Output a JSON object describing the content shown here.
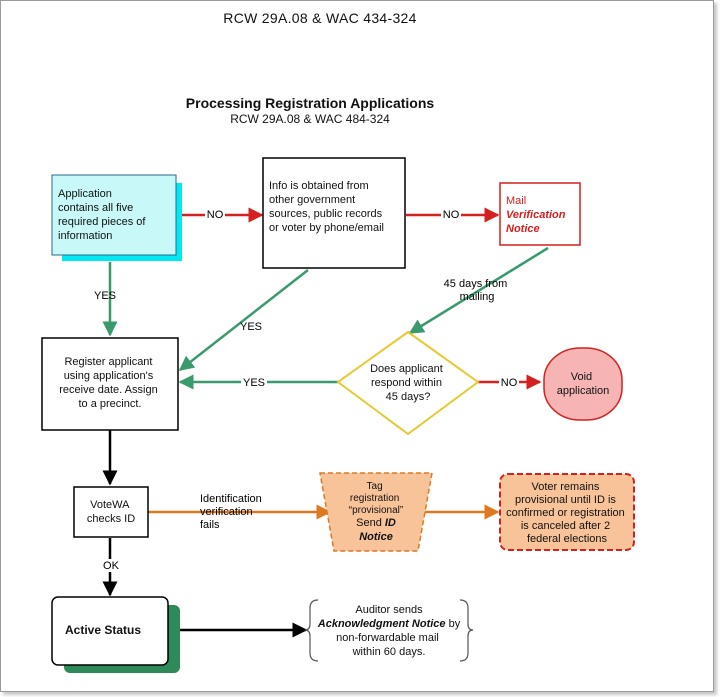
{
  "header": {
    "doc_title": "RCW 29A.08 & WAC 434-324",
    "chart_title": "Processing Registration Applications",
    "chart_subtitle": "RCW 29A.08 & WAC 484-324"
  },
  "nodes": {
    "application": [
      "Application",
      "contains all five",
      "required pieces of",
      "information"
    ],
    "info": [
      "Info is obtained from",
      "other government",
      "sources, public records",
      "or voter by phone/email"
    ],
    "mail_prefix": "Mail",
    "mail_emph": [
      "Verification",
      "Notice"
    ],
    "register": [
      "Register applicant",
      "using application's",
      "receive date.  Assign",
      "to a precinct."
    ],
    "decision": [
      "Does applicant",
      "respond within",
      "45 days?"
    ],
    "void": [
      "Void",
      "application"
    ],
    "votewa": [
      "VoteWA",
      "checks ID"
    ],
    "tag_lines": [
      "Tag",
      "registration",
      "“provisional”"
    ],
    "tag_send": "Send ",
    "tag_emph": [
      "ID",
      "Notice"
    ],
    "provisional": [
      "Voter remains",
      "provisional until ID is",
      "confirmed or registration",
      "is canceled after 2",
      "federal elections"
    ],
    "active": "Active Status",
    "auditor_line1": "Auditor sends",
    "auditor_emph": "Acknowledgment Notice",
    "auditor_suffix": " by",
    "auditor_rest": [
      "non-forwardable mail",
      "within 60 days."
    ]
  },
  "edges": {
    "no1": "NO",
    "no2": "NO",
    "no3": "NO",
    "yes_down": "YES",
    "yes_diag": "YES",
    "yes_left": "YES",
    "days45": [
      "45 days from",
      "mailing"
    ],
    "id_fail": [
      "Identification",
      "verification",
      "fails"
    ],
    "ok": "OK"
  },
  "colors": {
    "green": "#3a9a6e",
    "red": "#d42020",
    "orange": "#e07820",
    "yellow": "#e8c830",
    "cyan_fill": "#c8f8f8",
    "cyan_shadow": "#00e8f0",
    "pink_fill": "#f6b4b4",
    "peach_fill": "#f9c39a",
    "dark_green_shadow": "#2e8a58"
  }
}
